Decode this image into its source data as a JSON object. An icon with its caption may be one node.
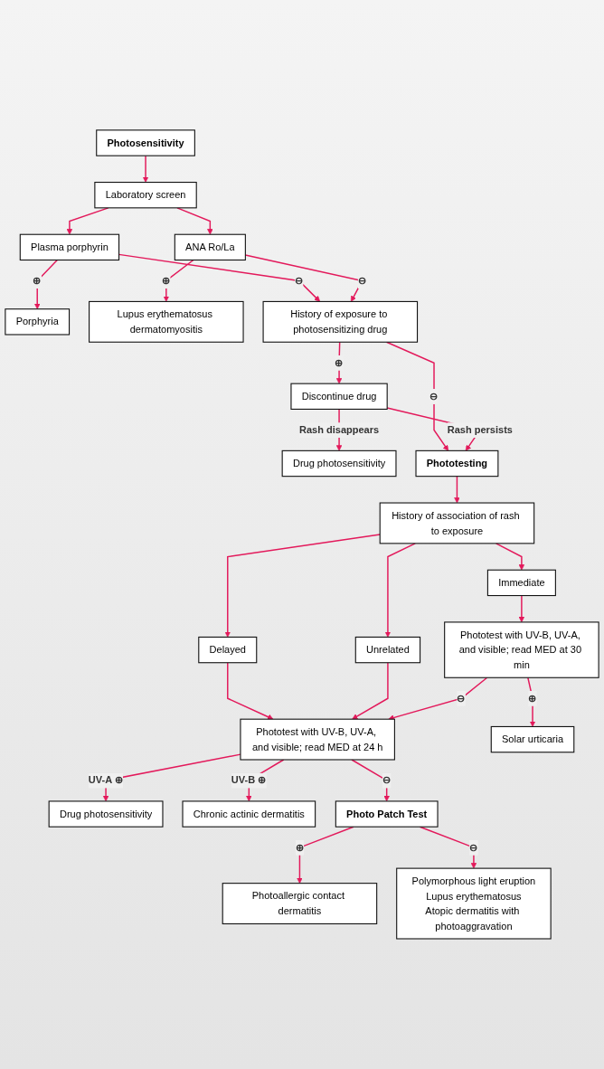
{
  "diagram": {
    "nodes": [
      {
        "text": [
          "Photosensitivity"
        ]
      },
      {
        "text": [
          "Laboratory screen"
        ]
      },
      {
        "text": [
          "Plasma porphyrin"
        ]
      },
      {
        "text": [
          "ANA Ro/La"
        ]
      },
      {
        "text": [
          "Porphyria"
        ]
      },
      {
        "text": [
          "Lupus erythematosus dermatomyositis"
        ]
      },
      {
        "text": [
          "History of exposure to photosensitizing drug"
        ]
      },
      {
        "text": [
          "Discontinue drug"
        ]
      },
      {
        "text": [
          "Drug photosensitivity"
        ]
      },
      {
        "text": [
          "Phototesting"
        ]
      },
      {
        "text": [
          "History of association of rash to exposure"
        ]
      },
      {
        "text": [
          "Immediate"
        ]
      },
      {
        "text": [
          "Delayed"
        ]
      },
      {
        "text": [
          "Unrelated"
        ]
      },
      {
        "text": [
          "Phototest with UV-B, UV-A, and visible; read MED at 30 min"
        ]
      },
      {
        "text": [
          "Phototest with UV-B, UV-A, and visible; read MED at 24 h"
        ]
      },
      {
        "text": [
          "Solar urticaria"
        ]
      },
      {
        "text": [
          "Drug photosensitivity"
        ]
      },
      {
        "text": [
          "Chronic actinic dermatitis"
        ]
      },
      {
        "text": [
          "Photo Patch Test"
        ]
      },
      {
        "text": [
          "Photoallergic contact dermatitis"
        ]
      },
      {
        "text": [
          "Polymorphous light eruption",
          "Lupus erythematosus",
          "Atopic dermatitis with photoaggravation"
        ]
      }
    ],
    "edges": [
      {
        "from": 0,
        "to": 1,
        "arrow": "to"
      },
      {
        "from": 1,
        "to": 2,
        "arrow": "to"
      },
      {
        "from": 1,
        "to": 3,
        "arrow": "to"
      },
      {
        "from": 2,
        "to": 4,
        "arrow": "to",
        "label": "⊕"
      },
      {
        "from": 2,
        "to": 6,
        "arrow": "to",
        "label": "⊖"
      },
      {
        "from": 3,
        "to": 5,
        "arrow": "to",
        "label": "⊕"
      },
      {
        "from": 3,
        "to": 6,
        "arrow": "to",
        "label": "⊖"
      },
      {
        "from": 6,
        "to": 7,
        "arrow": "to",
        "label": "⊕"
      },
      {
        "from": 6,
        "to": 9,
        "arrow": "to",
        "label": "⊖"
      },
      {
        "from": 7,
        "to": 8,
        "arrow": "to",
        "label": "Rash disappears"
      },
      {
        "from": 7,
        "to": 9,
        "arrow": "to",
        "label": "Rash persists"
      },
      {
        "from": 9,
        "to": 10,
        "arrow": "to"
      },
      {
        "from": 10,
        "to": 11,
        "arrow": "to"
      },
      {
        "from": 10,
        "to": 12,
        "arrow": "to"
      },
      {
        "from": 10,
        "to": 13,
        "arrow": "to"
      },
      {
        "from": 11,
        "to": 14,
        "arrow": "to"
      },
      {
        "from": 12,
        "to": 15,
        "arrow": "to"
      },
      {
        "from": 13,
        "to": 15,
        "arrow": "to"
      },
      {
        "from": 14,
        "to": 15,
        "arrow": "to",
        "label": "⊖"
      },
      {
        "from": 14,
        "to": 16,
        "arrow": "to",
        "label": "⊕"
      },
      {
        "from": 15,
        "to": 17,
        "arrow": "to",
        "label": "UV-A ⊕"
      },
      {
        "from": 15,
        "to": 18,
        "arrow": "to",
        "label": "UV-B ⊕"
      },
      {
        "from": 15,
        "to": 19,
        "arrow": "to",
        "label": "⊖"
      },
      {
        "from": 19,
        "to": 20,
        "arrow": "to",
        "label": "⊕"
      },
      {
        "from": 19,
        "to": 21,
        "arrow": "to",
        "label": "⊖"
      }
    ]
  }
}
